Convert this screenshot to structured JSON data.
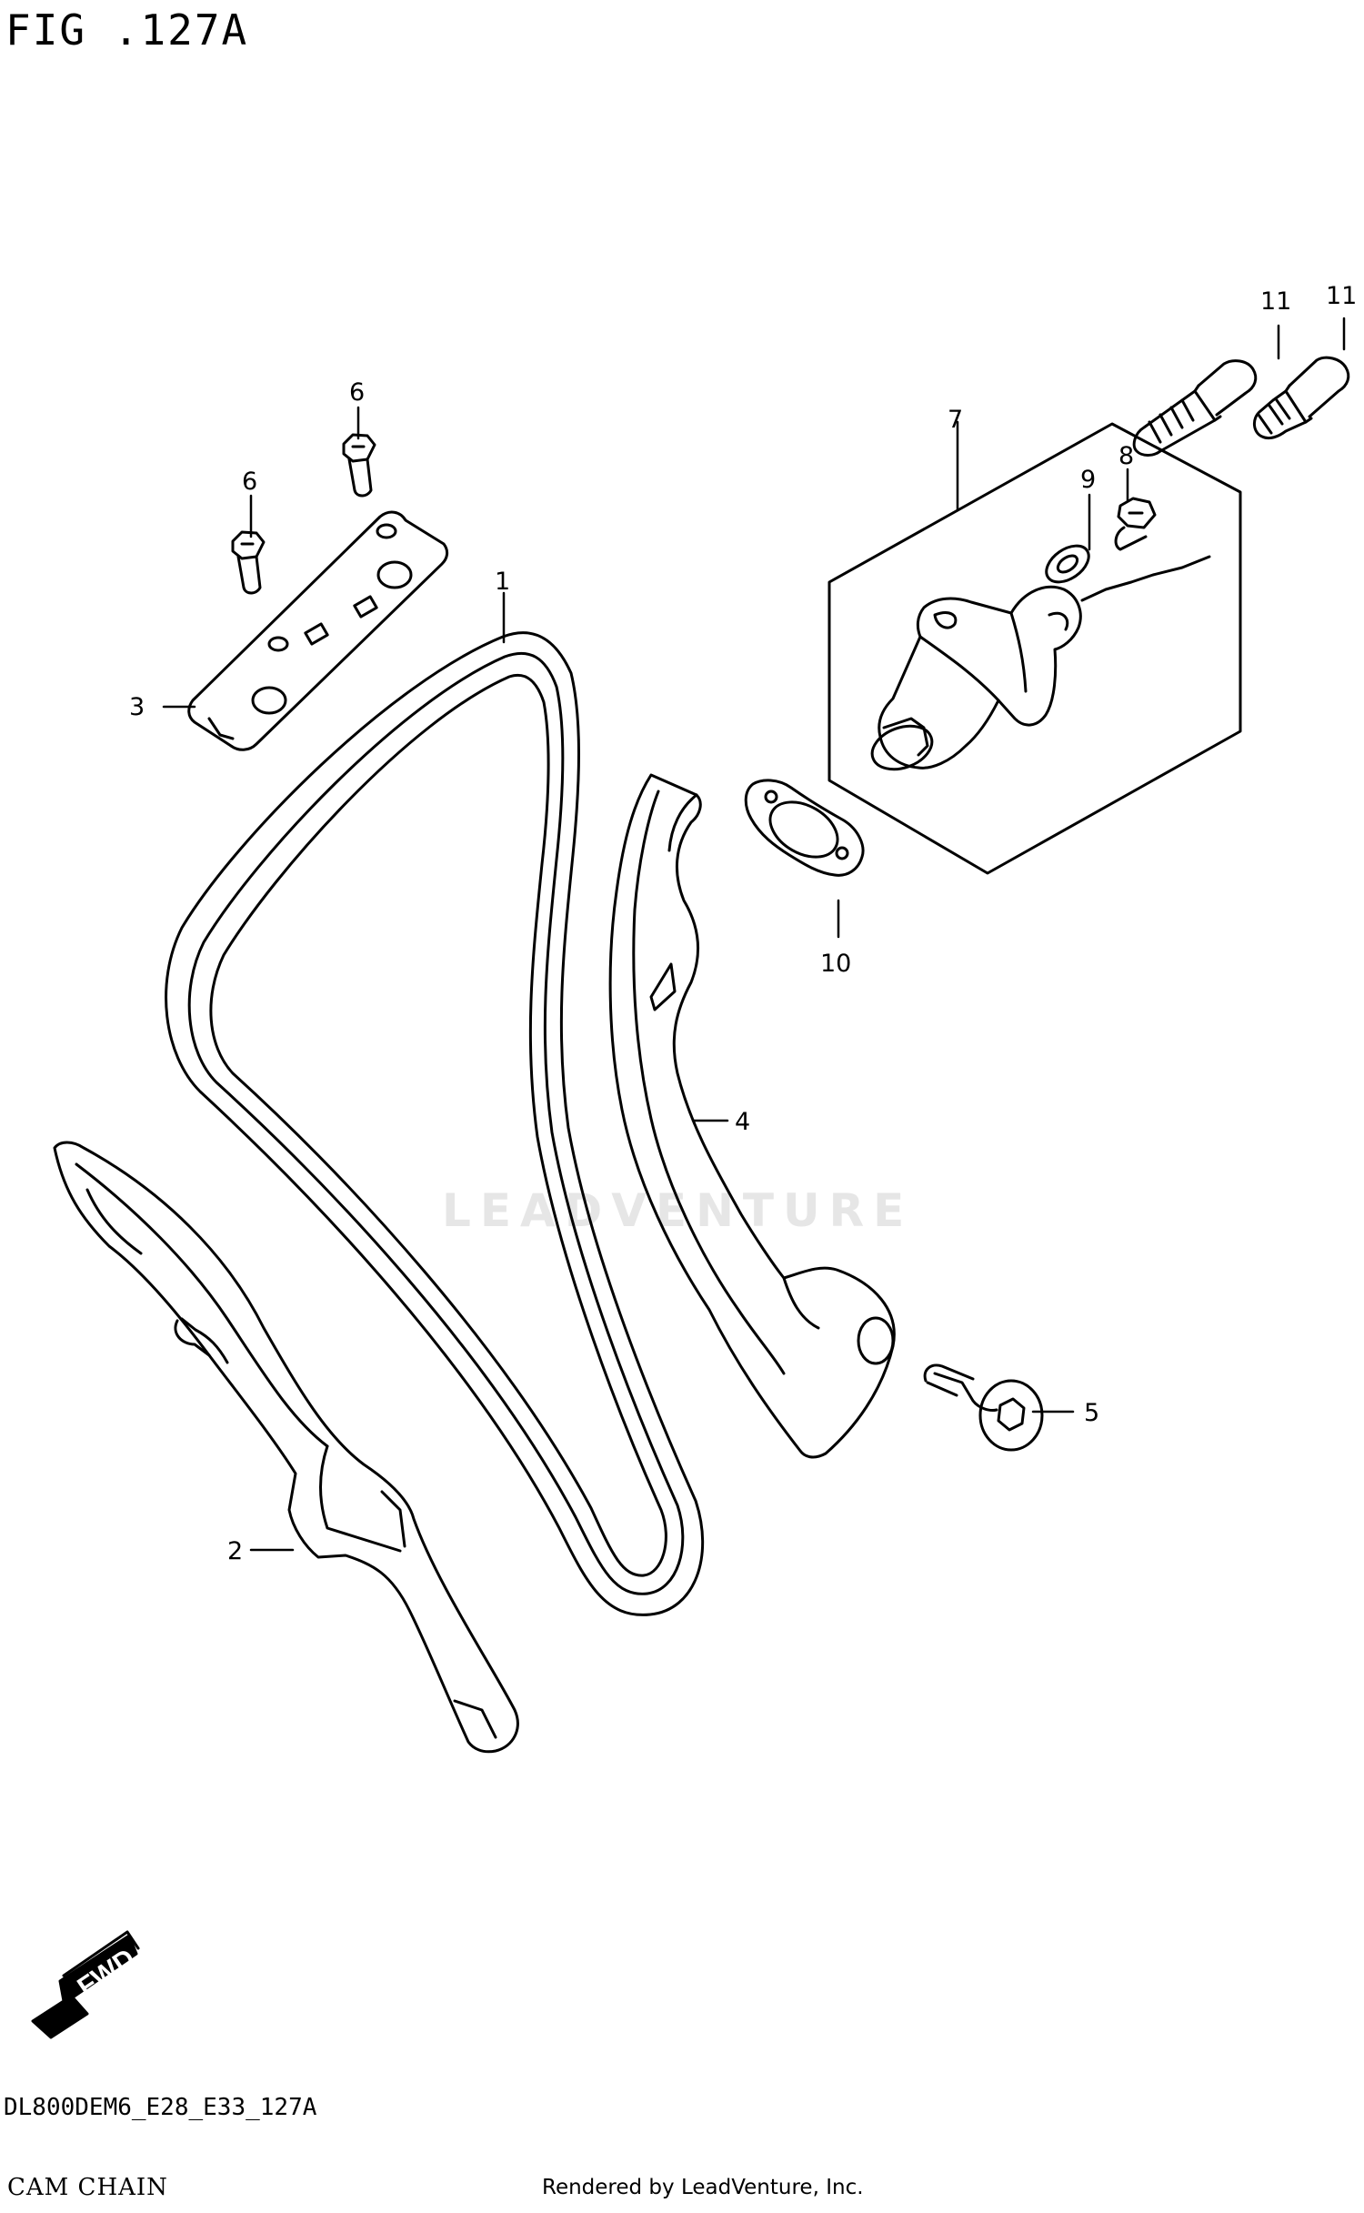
{
  "figure": {
    "title": "FIG .127A",
    "code": "DL800DEM6_E28_E33_127A",
    "name": "CAM CHAIN",
    "credit": "Rendered by LeadVenture, Inc.",
    "watermark": "LEADVENTURE",
    "direction_label": "FWD"
  },
  "callouts": [
    "1",
    "2",
    "3",
    "4",
    "5",
    "6",
    "6",
    "7",
    "8",
    "9",
    "10",
    "11",
    "11"
  ],
  "parts": [
    {
      "ref": "1",
      "part": "cam-chain"
    },
    {
      "ref": "2",
      "part": "chain-guide-tensioner-side"
    },
    {
      "ref": "3",
      "part": "chain-guide-upper"
    },
    {
      "ref": "4",
      "part": "chain-guide-front"
    },
    {
      "ref": "5",
      "part": "guide-bolt"
    },
    {
      "ref": "6",
      "part": "guide-bolt-upper"
    },
    {
      "ref": "7",
      "part": "chain-tensioner-assembly"
    },
    {
      "ref": "8",
      "part": "tensioner-cap-bolt"
    },
    {
      "ref": "9",
      "part": "gasket-washer"
    },
    {
      "ref": "10",
      "part": "tensioner-gasket"
    },
    {
      "ref": "11",
      "part": "tensioner-bolt"
    }
  ]
}
